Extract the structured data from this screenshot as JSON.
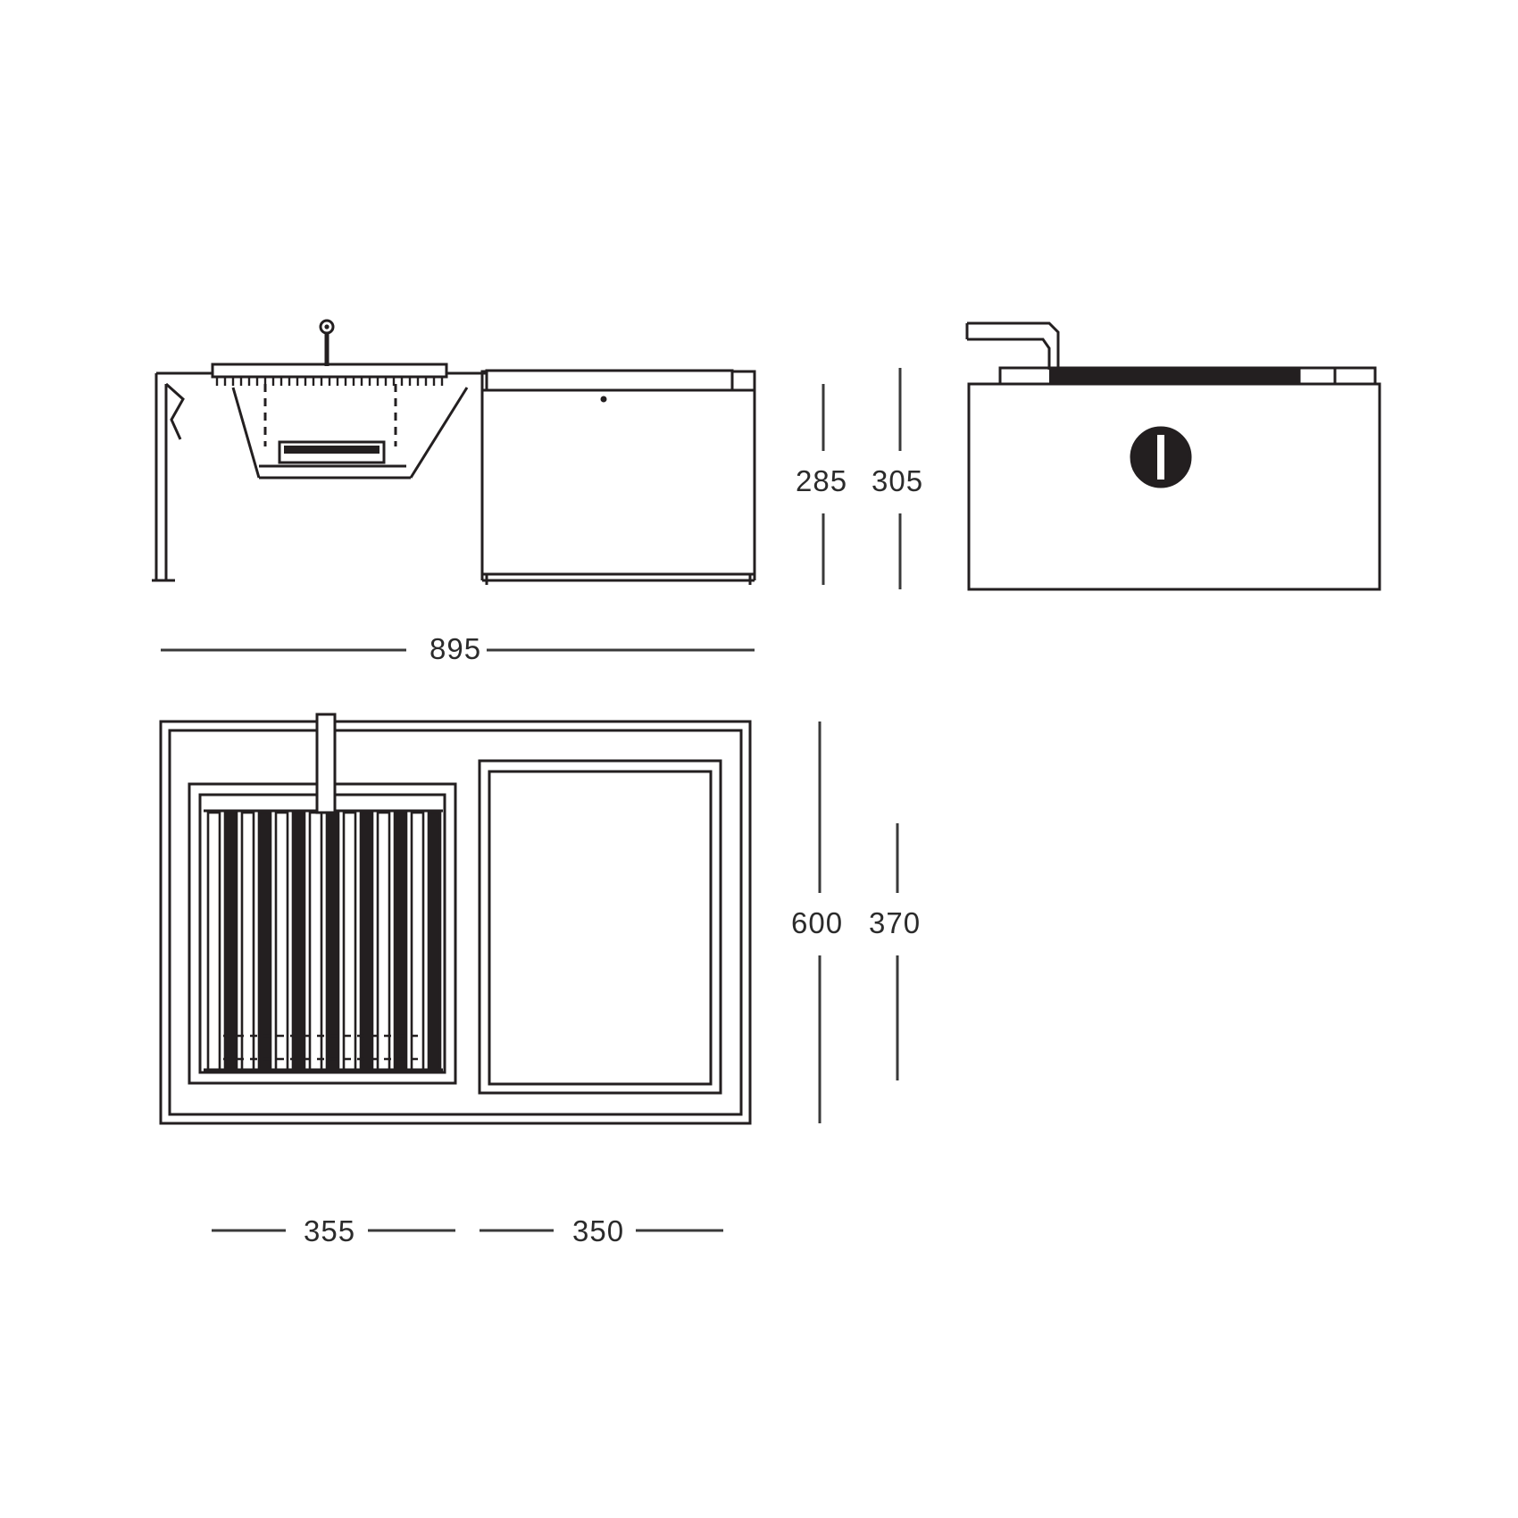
{
  "drawing": {
    "title": "",
    "type": "technical-dimension-drawing",
    "units": "mm",
    "line_color": "#231f20",
    "fill_color": "#ffffff",
    "text_color": "#2b2b2b"
  },
  "dimensions": {
    "front_height": "285",
    "side_height": "305",
    "front_width": "895",
    "plan_depth_outer": "600",
    "plan_depth_inner": "370",
    "plan_width_left": "355",
    "plan_width_right": "350"
  },
  "views": {
    "front": {
      "name": "front-elevation",
      "parts": [
        "grill-grate",
        "vertical-rod-handle",
        "firebox-taper",
        "charcoal-tray",
        "leg-left",
        "side-cabinet",
        "cabinet-leg"
      ]
    },
    "side": {
      "name": "side-elevation",
      "parts": [
        "lid-handle",
        "lid",
        "body",
        "round-knob-dial"
      ]
    },
    "plan": {
      "name": "top-plan-view",
      "parts": [
        "outer-frame",
        "grill-bar-array",
        "grate-frame",
        "rod-handle",
        "right-panel"
      ]
    }
  }
}
